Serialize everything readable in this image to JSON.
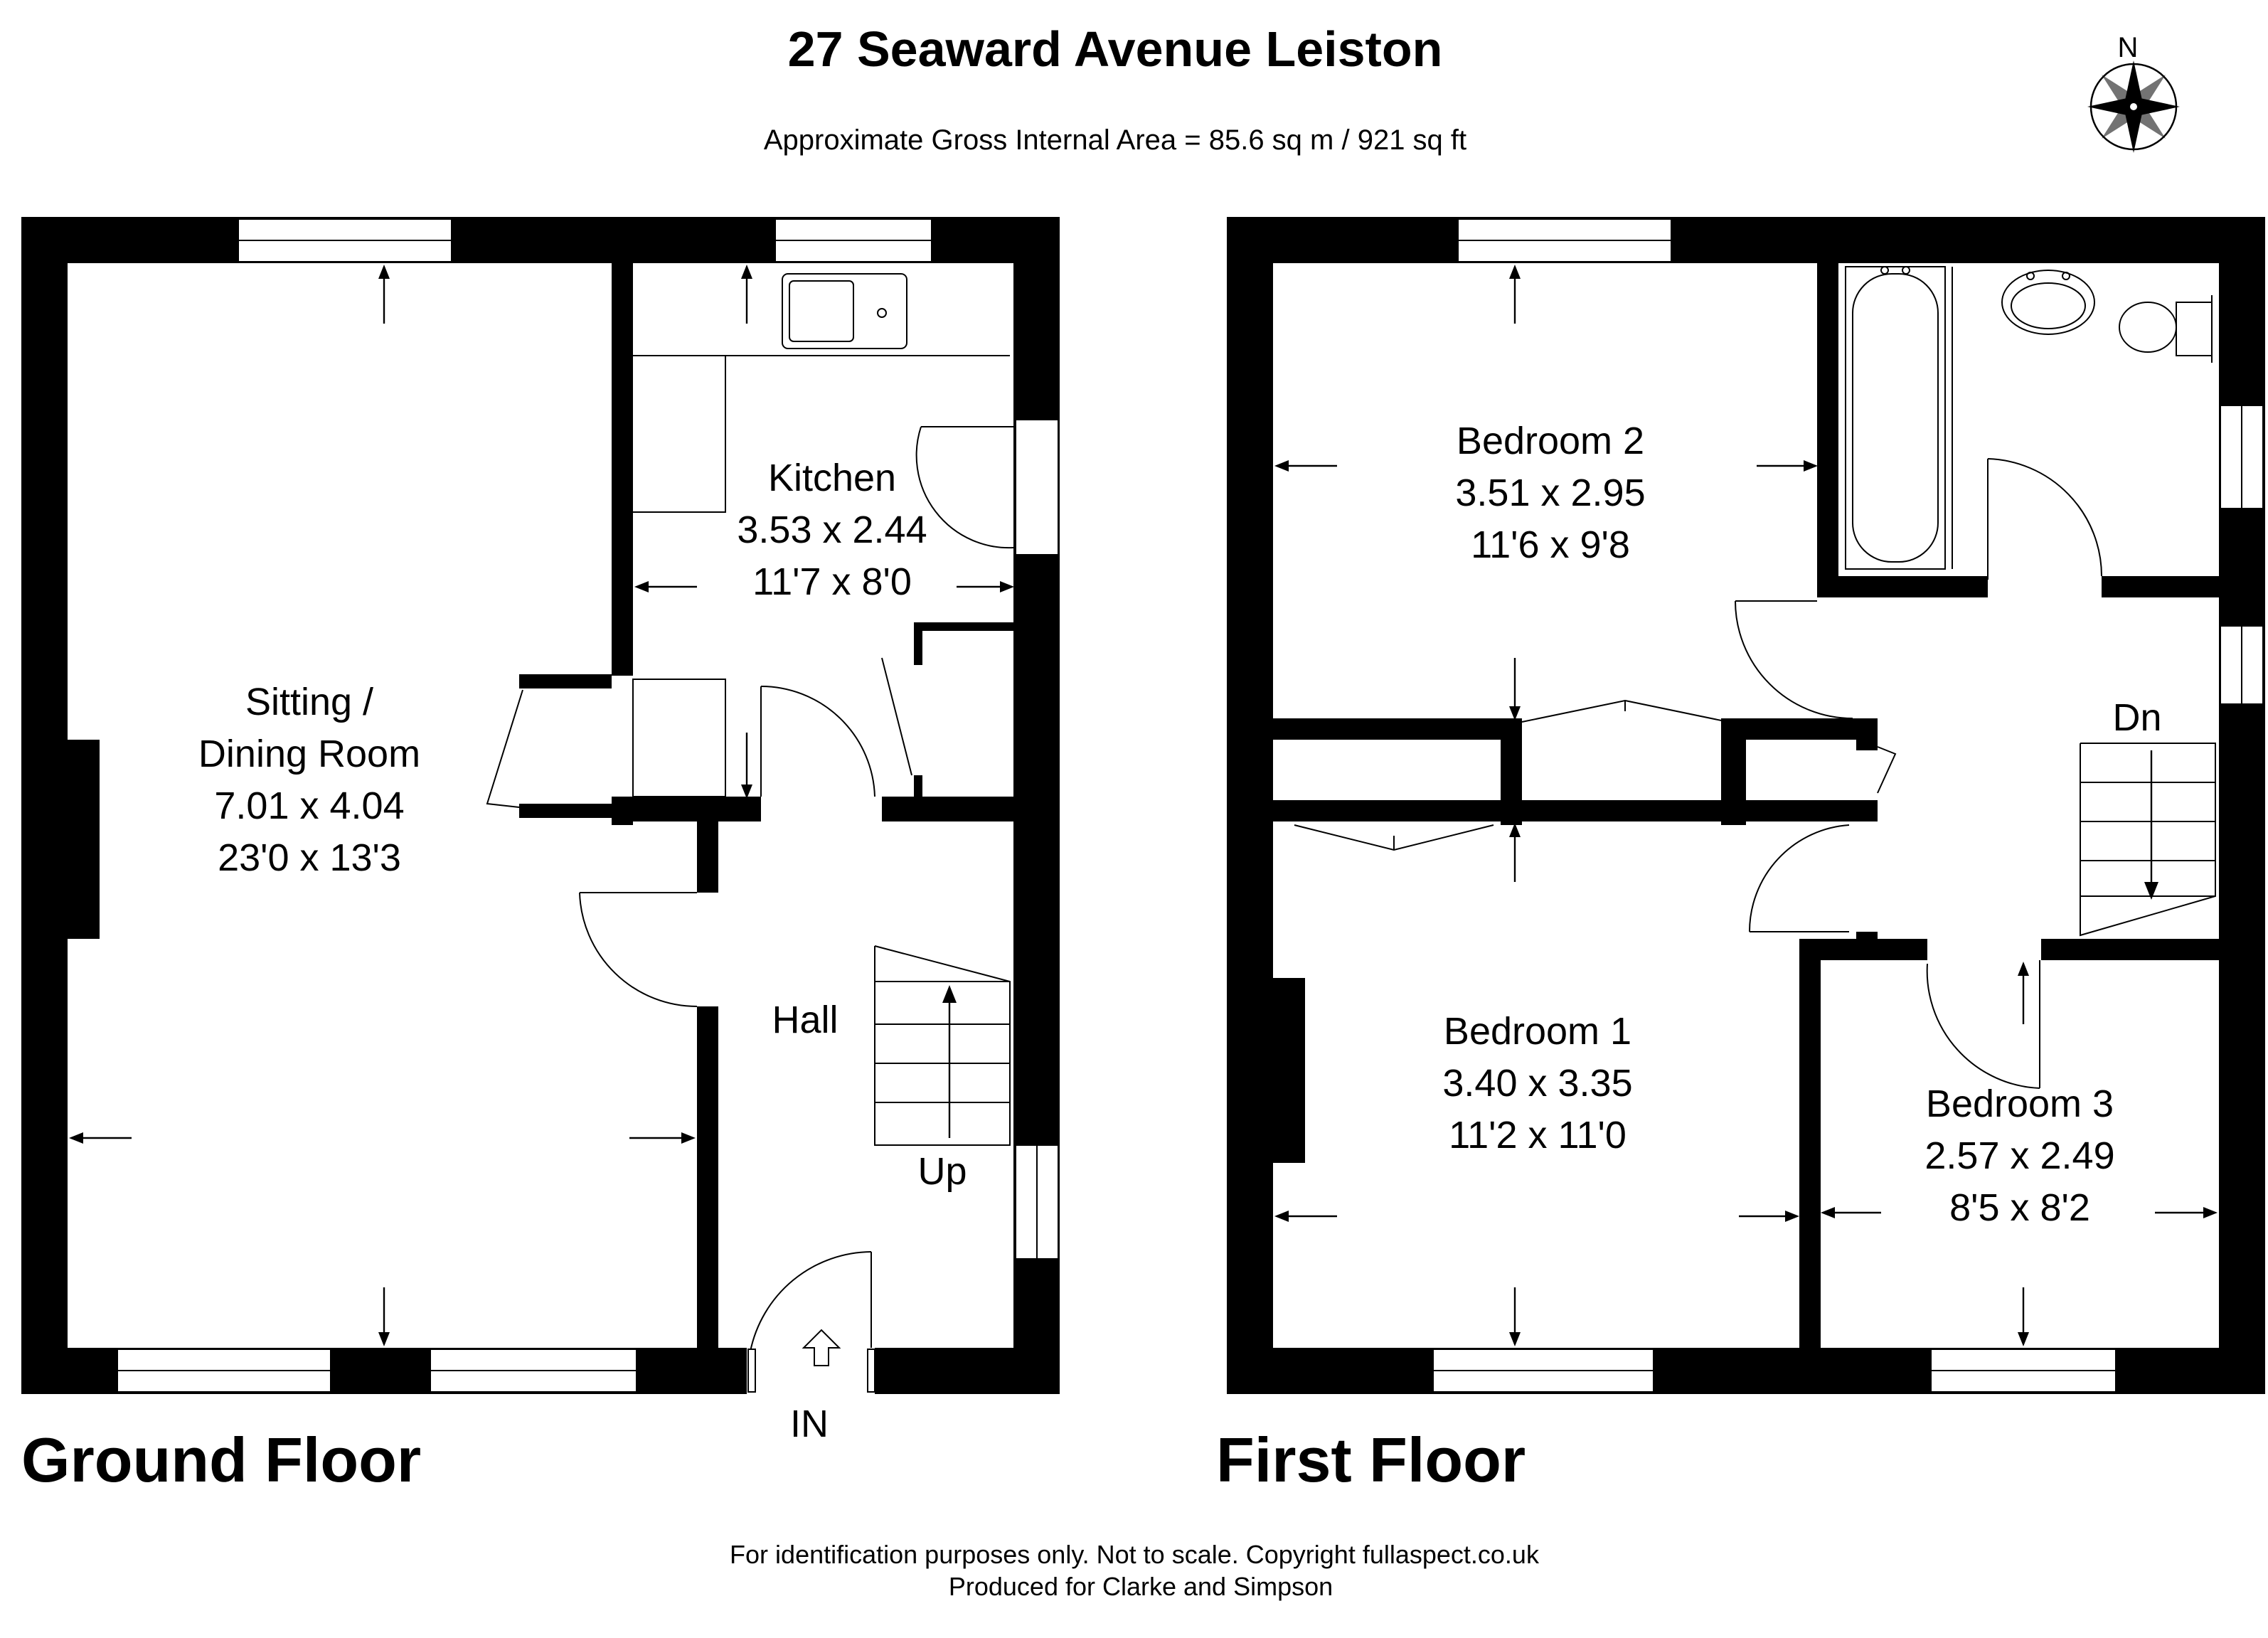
{
  "header": {
    "title": "27 Seaward Avenue Leiston",
    "area": "Approximate Gross Internal Area = 85.6 sq m / 921 sq ft"
  },
  "compass": {
    "label": "N"
  },
  "ground_floor": {
    "label": "Ground Floor",
    "entrance": "IN",
    "stairs_label": "Up",
    "rooms": {
      "sitting": {
        "name1": "Sitting /",
        "name2": "Dining Room",
        "metric": "7.01 x 4.04",
        "imperial": "23'0 x 13'3"
      },
      "kitchen": {
        "name": "Kitchen",
        "metric": "3.53 x 2.44",
        "imperial": "11'7 x 8'0"
      },
      "hall": {
        "name": "Hall"
      }
    }
  },
  "first_floor": {
    "label": "First Floor",
    "stairs_label": "Dn",
    "rooms": {
      "bedroom2": {
        "name": "Bedroom 2",
        "metric": "3.51 x 2.95",
        "imperial": "11'6 x 9'8"
      },
      "bedroom1": {
        "name": "Bedroom 1",
        "metric": "3.40 x 3.35",
        "imperial": "11'2 x 11'0"
      },
      "bedroom3": {
        "name": "Bedroom 3",
        "metric": "2.57 x 2.49",
        "imperial": "8'5 x 8'2"
      }
    }
  },
  "footer": {
    "line1": "For identification purposes only. Not to scale. Copyright fullaspect.co.uk",
    "line2": "Produced for Clarke and Simpson"
  }
}
